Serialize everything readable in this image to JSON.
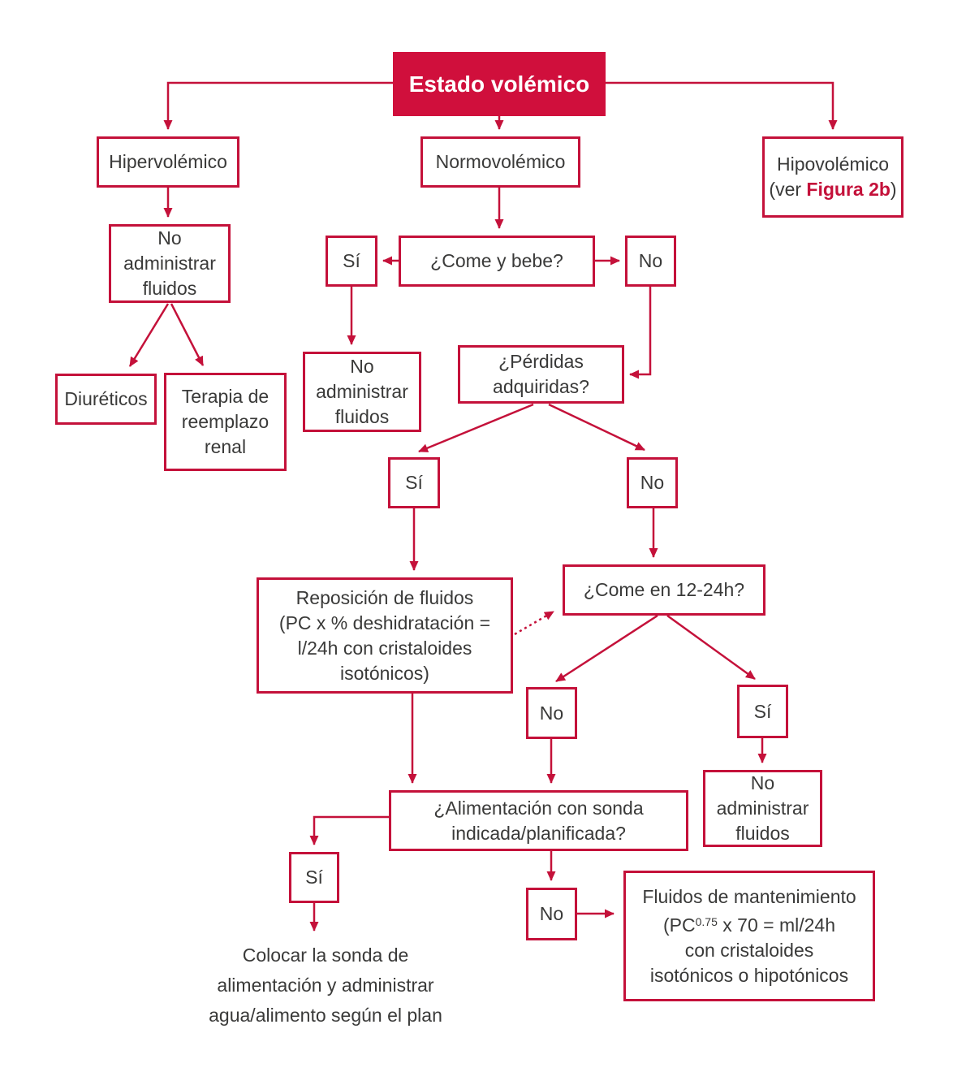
{
  "colors": {
    "accent": "#C4113A",
    "title_fill": "#D00F3C",
    "text": "#3A3A39",
    "background": "#FFFFFF"
  },
  "title": {
    "label": "Estado volémico"
  },
  "nodes": {
    "hipervolemico": {
      "label": "Hipervolémico"
    },
    "normovolemico": {
      "label": "Normovolémico"
    },
    "hipovolemico": {
      "line1": "Hipovolémico",
      "ref_prefix": "(ver ",
      "ref_label": "Figura 2b",
      "ref_suffix": ")"
    },
    "no_administrar_1": {
      "lines": [
        "No",
        "administrar",
        "fluidos"
      ]
    },
    "diureticos": {
      "label": "Diuréticos"
    },
    "terapia_reemplazo": {
      "lines": [
        "Terapia de",
        "reemplazo",
        "renal"
      ]
    },
    "come_y_bebe": {
      "label": "¿Come y bebe?"
    },
    "si_come_y_bebe": {
      "label": "Sí"
    },
    "no_come_y_bebe": {
      "label": "No"
    },
    "no_administrar_2": {
      "lines": [
        "No",
        "administrar",
        "fluidos"
      ]
    },
    "perdidas_adquiridas": {
      "lines": [
        "¿Pérdidas",
        "adquiridas?"
      ]
    },
    "si_perdidas": {
      "label": "Sí"
    },
    "no_perdidas": {
      "label": "No"
    },
    "reposicion_fluidos": {
      "lines": [
        "Reposición de fluidos",
        "(PC x % deshidratación =",
        "l/24h con cristaloides",
        "isotónicos)"
      ]
    },
    "come_en_12_24h": {
      "label": "¿Come en 12-24h?"
    },
    "no_come_12_24": {
      "label": "No"
    },
    "si_come_12_24": {
      "label": "Sí"
    },
    "no_administrar_3": {
      "lines": [
        "No",
        "administrar",
        "fluidos"
      ]
    },
    "alimentacion_sonda": {
      "lines": [
        "¿Alimentación con sonda",
        "indicada/planificada?"
      ]
    },
    "si_alimentacion": {
      "label": "Sí"
    },
    "no_alimentacion": {
      "label": "No"
    },
    "colocar_sonda": {
      "lines": [
        "Colocar la sonda de",
        "alimentación y administrar",
        "agua/alimento según el plan"
      ]
    },
    "fluidos_mantenimiento": {
      "line1": "Fluidos de mantenimiento",
      "line2_pre": "(PC",
      "line2_sup": "0.75",
      "line2_post": " x 70 = ml/24h",
      "line3": "con cristaloides",
      "line4": "isotónicos o hipotónicos"
    }
  }
}
